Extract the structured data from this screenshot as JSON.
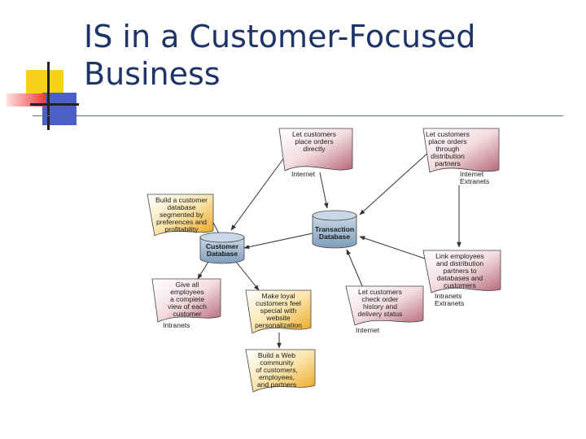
{
  "slide": {
    "title_lines": [
      "IS in a Customer-Focused",
      "Business"
    ]
  },
  "colors": {
    "title": "#1f3466",
    "deco_yellow": "#f7d21c",
    "deco_blue": "#4a5fc9",
    "deco_red": "#ef3b3b",
    "doc_rose": "#c9808d",
    "doc_gold": "#f2b731",
    "database": "#93afc9"
  },
  "diagram": {
    "databases": {
      "customer": [
        "Customer",
        "Database"
      ],
      "transaction": [
        "Transaction",
        "Database"
      ]
    },
    "docs": {
      "place_orders_directly": [
        "Let customers",
        "place orders",
        "directly"
      ],
      "place_orders_partners": [
        "Let customers",
        "place orders",
        "through",
        "distribution",
        "partners"
      ],
      "build_database": [
        "Build a customer",
        "database",
        "segmented by",
        "preferences and",
        "profitability"
      ],
      "link_employees": [
        "Link employees",
        "and distribution",
        "partners to",
        "databases and",
        "customers"
      ],
      "give_employees": [
        "Give all",
        "employees",
        "a complete",
        "view of each",
        "customer"
      ],
      "make_loyal": [
        "Make loyal",
        "customers feel",
        "special with",
        "website",
        "personalization"
      ],
      "order_history": [
        "Let customers",
        "check order",
        "history and",
        "delivery status"
      ],
      "web_community": [
        "Build a Web",
        "community",
        "of customers,",
        "employees,",
        "and partners"
      ]
    },
    "labels": {
      "internet_top": "Internet",
      "internet_extranets_top": [
        "Internet",
        "Extranets"
      ],
      "intranets_extranets": [
        "Intranets",
        "Extranets"
      ],
      "intranets": "Intranets",
      "internet_bottom": "Internet"
    }
  }
}
